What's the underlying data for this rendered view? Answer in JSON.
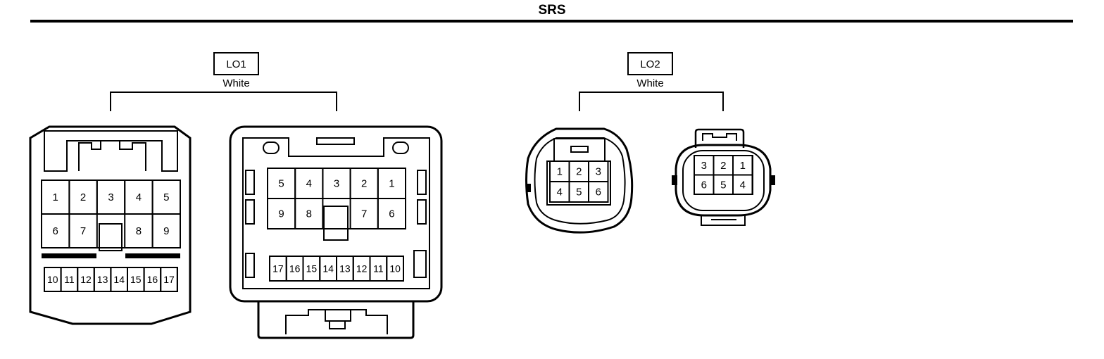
{
  "title": "SRS",
  "connectors": [
    {
      "code": "LO1",
      "color": "White",
      "views": [
        {
          "rows": [
            [
              "1",
              "2",
              "3",
              "4",
              "5"
            ],
            [
              "6",
              "7",
              "",
              "8",
              "9"
            ],
            [
              "10",
              "11",
              "12",
              "13",
              "14",
              "15",
              "16",
              "17"
            ]
          ]
        },
        {
          "rows": [
            [
              "5",
              "4",
              "3",
              "2",
              "1"
            ],
            [
              "9",
              "8",
              "",
              "7",
              "6"
            ],
            [
              "17",
              "16",
              "15",
              "14",
              "13",
              "12",
              "11",
              "10"
            ]
          ]
        }
      ]
    },
    {
      "code": "LO2",
      "color": "White",
      "views": [
        {
          "rows": [
            [
              "1",
              "2",
              "3"
            ],
            [
              "4",
              "5",
              "6"
            ]
          ]
        },
        {
          "rows": [
            [
              "3",
              "2",
              "1"
            ],
            [
              "6",
              "5",
              "4"
            ]
          ]
        }
      ]
    }
  ]
}
